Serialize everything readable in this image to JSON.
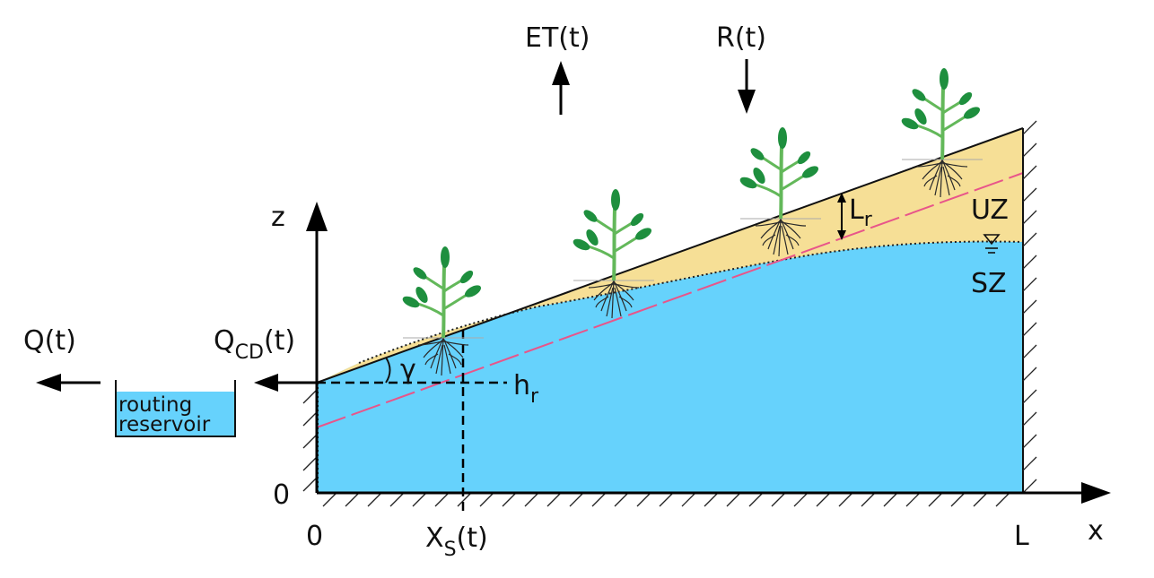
{
  "labels": {
    "et": "ET(t)",
    "r": "R(t)",
    "z_axis": "z",
    "x_axis": "x",
    "origin_z": "0",
    "origin_x": "0",
    "length": "L",
    "xs_main": "X",
    "xs_sub": "S",
    "xs_tail": "(t)",
    "q": "Q(t)",
    "qcd_main": "Q",
    "qcd_sub": "CD",
    "qcd_tail": "(t)",
    "hr_main": "h",
    "hr_sub": "r",
    "lr_main": "L",
    "lr_sub": "r",
    "gamma": "γ",
    "uz": "UZ",
    "sz": "SZ",
    "reservoir_line1": "routing",
    "reservoir_line2": "reservoir"
  },
  "colors": {
    "saturated_zone": "#66d2fc",
    "unsaturated_zone": "#f6df96",
    "root_line": "#e8558a",
    "plant_leaf": "#1e8f3e",
    "plant_stem": "#63b85a",
    "roots": "#2a2a2a",
    "axis": "#000000"
  },
  "icons": [
    "plant-icon",
    "root-icon",
    "water-table-icon",
    "arrow-up-icon",
    "arrow-down-icon",
    "arrow-left-icon"
  ]
}
